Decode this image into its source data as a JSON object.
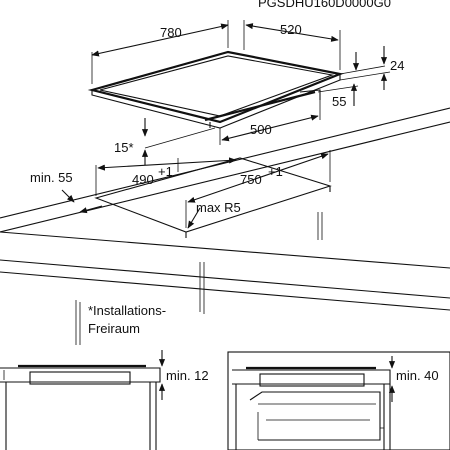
{
  "header_code": "PGSDHU160D0000G0",
  "dims": {
    "width": "780",
    "depth": "520",
    "height": "24",
    "depth_edge": "55",
    "cutout_front": "500",
    "tilt": "15*",
    "min_front": "min. 55",
    "cut_depth": "490",
    "cut_depth_tol": "+1",
    "cut_width": "750",
    "cut_width_tol": "+1",
    "radius": "max R5"
  },
  "note_lines": [
    "*Installations-",
    "Freiraum"
  ],
  "detail_left": {
    "label": "min. 12"
  },
  "detail_right": {
    "label": "min. 40"
  }
}
